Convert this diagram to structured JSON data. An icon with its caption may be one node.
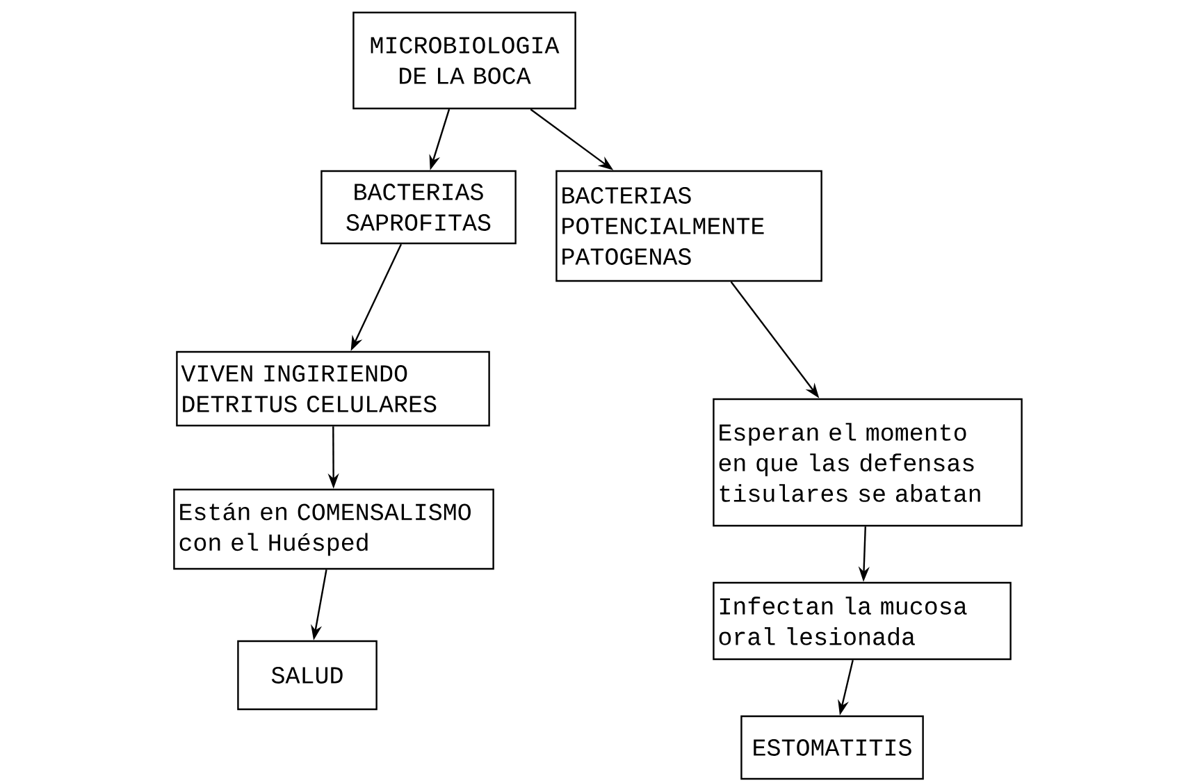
{
  "diagram": {
    "nodes": [
      {
        "text": [
          "MICROBIOLOGIA DE LA BOCA"
        ]
      },
      {
        "text": [
          "BACTERIAS SAPROFITAS"
        ]
      },
      {
        "text": [
          "BACTERIAS POTENCIALMENTE PATOGENAS"
        ]
      },
      {
        "text": [
          "VIVEN INGIRIENDO DETRITUS CELULARES"
        ]
      },
      {
        "text": [
          "Esperan el momento en que las defensas tisulares se abatan"
        ]
      },
      {
        "text": [
          "Están en COMENSALISMO con el Huésped"
        ]
      },
      {
        "text": [
          "Infectan la mucosa oral lesionada"
        ]
      },
      {
        "text": [
          "SALUD"
        ]
      },
      {
        "text": [
          "ESTOMATITIS"
        ]
      }
    ],
    "edges": [
      {
        "from": 0,
        "to": 1,
        "arrow": "to"
      },
      {
        "from": 0,
        "to": 2,
        "arrow": "to"
      },
      {
        "from": 1,
        "to": 3,
        "arrow": "to"
      },
      {
        "from": 2,
        "to": 4,
        "arrow": "to"
      },
      {
        "from": 3,
        "to": 5,
        "arrow": "to"
      },
      {
        "from": 4,
        "to": 6,
        "arrow": "to"
      },
      {
        "from": 5,
        "to": 7,
        "arrow": "to"
      },
      {
        "from": 6,
        "to": 8,
        "arrow": "to"
      }
    ]
  }
}
